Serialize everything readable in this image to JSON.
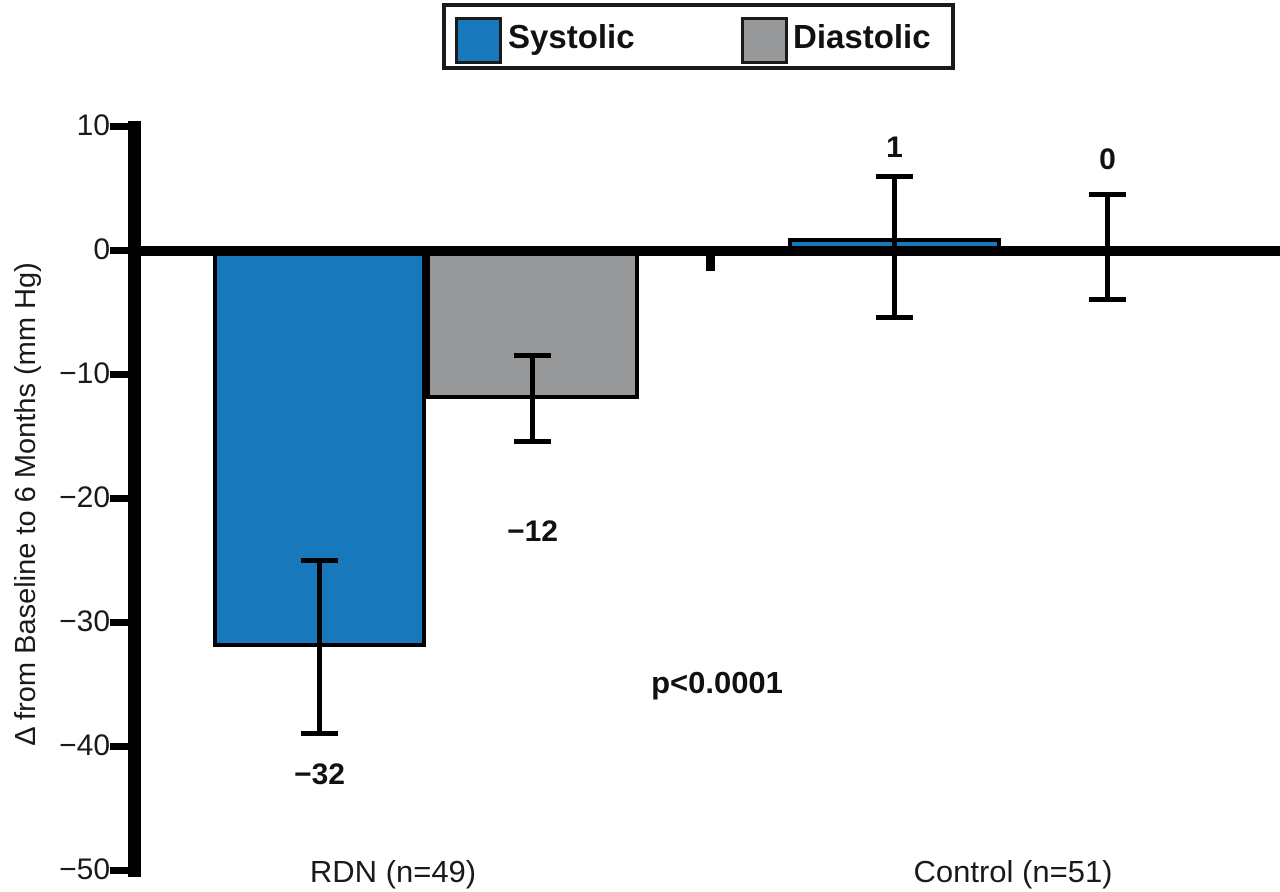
{
  "chart_data": {
    "type": "bar",
    "title": "",
    "xlabel": "",
    "ylabel": "Δ from Baseline to 6 Months (mm Hg)",
    "ylim": [
      -50,
      10
    ],
    "grid": false,
    "yticks": [
      {
        "value": 10,
        "label": "10"
      },
      {
        "value": 0,
        "label": "0"
      },
      {
        "value": -10,
        "label": "−10"
      },
      {
        "value": -20,
        "label": "−20"
      },
      {
        "value": -30,
        "label": "−30"
      },
      {
        "value": -40,
        "label": "−40"
      },
      {
        "value": -50,
        "label": "−50"
      }
    ],
    "legend": {
      "position": "top-center",
      "entries": [
        {
          "name": "Systolic",
          "color": "#1778BC"
        },
        {
          "name": "Diastolic",
          "color": "#97989A"
        }
      ]
    },
    "groups": [
      {
        "label": "RDN (n=49)",
        "bars": [
          {
            "series": "Systolic",
            "value": -32,
            "value_label": "−32",
            "whisker_high": -25,
            "whisker_low": -39
          },
          {
            "series": "Diastolic",
            "value": -12,
            "value_label": "−12",
            "whisker_high": -8.5,
            "whisker_low": -15.5
          }
        ]
      },
      {
        "label": "Control (n=51)",
        "bars": [
          {
            "series": "Systolic",
            "value": 1,
            "value_label": "1",
            "whisker_high": 6,
            "whisker_low": -5.5
          },
          {
            "series": "Diastolic",
            "value": 0,
            "value_label": "0",
            "whisker_high": 4.5,
            "whisker_low": -4
          }
        ]
      }
    ],
    "annotation": {
      "text": "p<0.0001"
    },
    "colors": {
      "systolic": "#1778BC",
      "diastolic": "#97989A",
      "axis": "#000000",
      "background": "#ffffff"
    }
  }
}
